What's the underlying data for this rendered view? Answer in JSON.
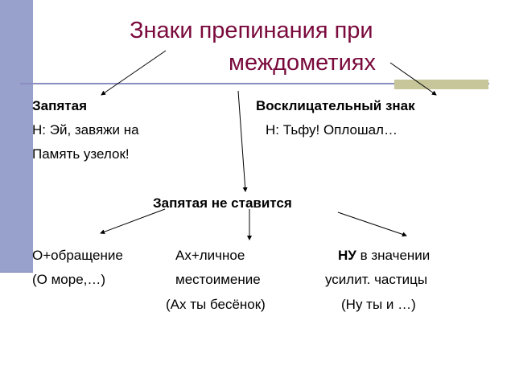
{
  "slide": {
    "title_line1": "Знаки препинания при",
    "title_line2": "междометиях",
    "left_heading": "Запятая",
    "left_example_1": "Н: Эй, завяжи на",
    "left_example_2": "Память узелок!",
    "right_heading": "Восклицательный знак",
    "right_example": "Н: Тьфу! Оплошал…",
    "center_heading": "Запятая не ставится",
    "case1_line1": "О+обращение",
    "case1_line2": "(О море,…)",
    "case2_line1": "Ах+личное",
    "case2_line2": "местоимение",
    "case2_line3": "(Ах ты бесёнок)",
    "case3_bold": "НУ",
    "case3_line1_rest": " в значении",
    "case3_line2": "усилит. частицы",
    "case3_line3": "(Ну ты и …)"
  },
  "colors": {
    "title": "#7a0a3c",
    "sidebar": "#98a0cc",
    "accent": "#c6c69a"
  }
}
